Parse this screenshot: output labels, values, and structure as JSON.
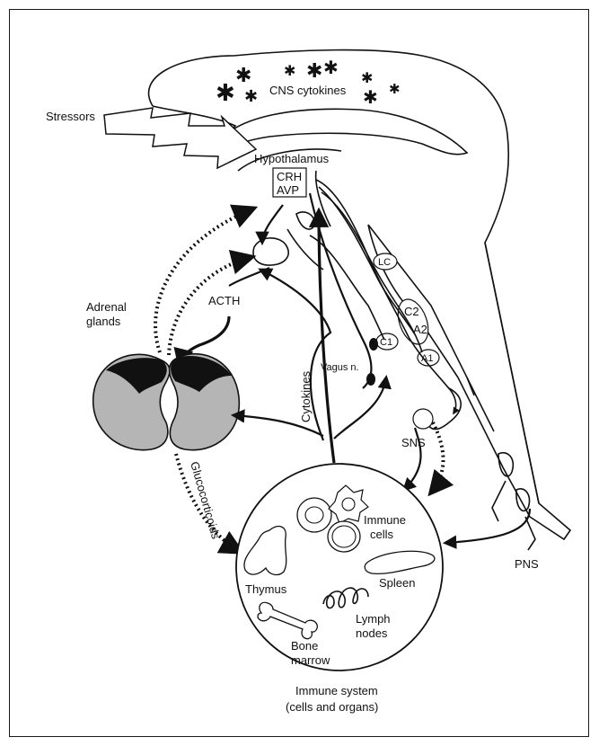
{
  "labels": {
    "cns_cytokines": "CNS cytokines",
    "stressors": "Stressors",
    "hypothalamus": "Hypothalamus",
    "crh": "CRH",
    "avp": "AVP",
    "lc": "LC",
    "c2": "C2",
    "a2": "A2",
    "c1": "C1",
    "a1": "A1",
    "acth": "ACTH",
    "adrenal_line1": "Adrenal",
    "adrenal_line2": "glands",
    "vagus": "Vagus n.",
    "cytokines": "Cytokines",
    "glucocorticoids": "Glucocorticoids",
    "sns": "SNS",
    "pns": "PNS",
    "immune_cells_line1": "Immune",
    "immune_cells_line2": "cells",
    "thymus": "Thymus",
    "spleen": "Spleen",
    "lymph_line1": "Lymph",
    "lymph_line2": "nodes",
    "bone_line1": "Bone",
    "bone_line2": "marrow",
    "immune_system_line1": "Immune system",
    "immune_system_line2": "(cells and organs)"
  },
  "colors": {
    "ink": "#111111",
    "adrenal_cortex": "#b5b5b5",
    "adrenal_medulla": "#111111",
    "background": "#ffffff"
  },
  "icons": [
    "cytokine-asterisk-icon",
    "stressor-lightning-icon",
    "arrowhead-icon"
  ]
}
